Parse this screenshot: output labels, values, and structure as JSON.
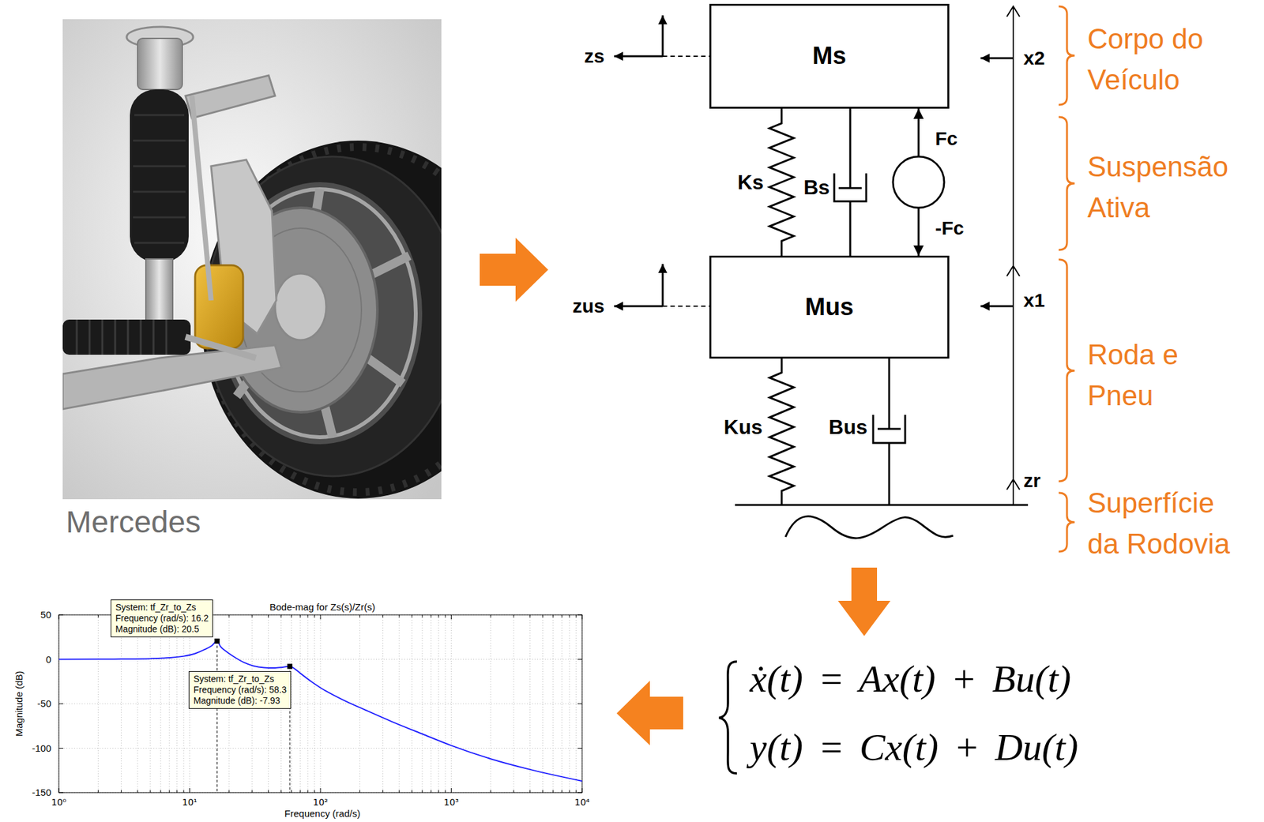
{
  "diagram": {
    "nodes": [
      {
        "text": [
          "Ms"
        ]
      },
      {
        "text": [
          "Mus"
        ]
      },
      {
        "text": [
          "System: tf_Zr_to_Zs",
          "Frequency (rad/s): 16.2",
          "Magnitude (dB): 20.5"
        ]
      },
      {
        "text": [
          "System: tf_Zr_to_Zs",
          "Frequency (rad/s): 58.3",
          "Magnitude (dB): -7.93"
        ]
      }
    ],
    "edges": [
      {
        "from": 0,
        "to": 1,
        "arrow": "none",
        "label": "Ks"
      },
      {
        "from": 0,
        "to": 1,
        "arrow": "none",
        "label": "Bs"
      },
      {
        "from": 0,
        "to": 1,
        "arrow": "both"
      }
    ],
    "labels": [
      "zs",
      "x2",
      "Corpo do Veículo",
      "Fc",
      "Suspensão Ativa",
      "-Fc",
      "zus",
      "x1",
      "Roda e Pneu",
      "Kus",
      "Bus",
      "zr",
      "Superfície da Rodovia",
      "Mercedes",
      "Bode-mag for Zs(s)/Zr(s)",
      "50",
      "0",
      "-50",
      "-100",
      "-150",
      "Magnitude (dB)",
      "10⁰",
      "10¹",
      "10²",
      "10³",
      "10⁴",
      "Frequency (rad/s)",
      "ẋ(t) = Ax(t) + Bu(t)",
      "y(t) = Cx(t) + Du(t)"
    ]
  }
}
